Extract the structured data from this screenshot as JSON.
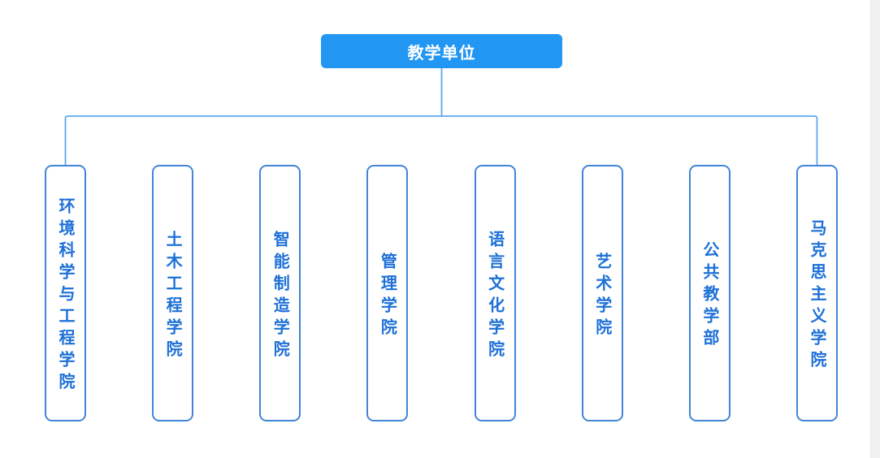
{
  "colors": {
    "root_fill": "#2196f3",
    "root_text": "#ffffff",
    "node_border": "#4285d7",
    "node_text": "#1d70d7",
    "connector": "#5ba7f0",
    "page_edge": "#f1f1f1"
  },
  "org_chart": {
    "root": {
      "label": "教学单位"
    },
    "children": [
      {
        "label": "环境科学与工程学院"
      },
      {
        "label": "土木工程学院"
      },
      {
        "label": "智能制造学院"
      },
      {
        "label": "管理学院"
      },
      {
        "label": "语言文化学院"
      },
      {
        "label": "艺术学院"
      },
      {
        "label": "公共教学部"
      },
      {
        "label": "马克思主义学院"
      }
    ]
  }
}
